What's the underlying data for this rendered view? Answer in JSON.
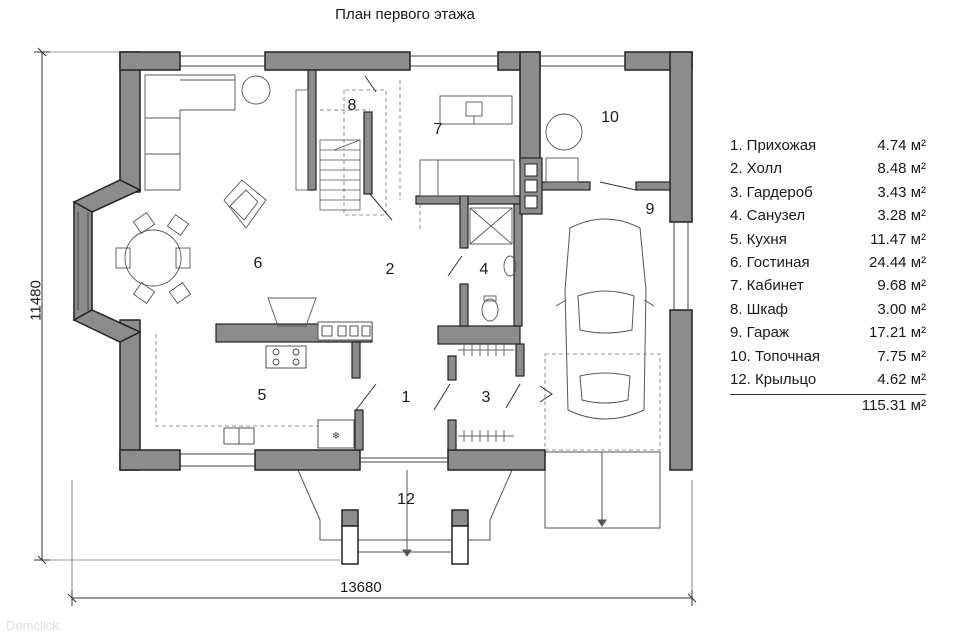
{
  "title": "План первого этажа",
  "dimensions": {
    "width": "13680",
    "height": "11480"
  },
  "rooms": [
    {
      "num": "1",
      "name": "Прихожая",
      "area": "4.74 м²"
    },
    {
      "num": "2",
      "name": "Холл",
      "area": "8.48 м²"
    },
    {
      "num": "3",
      "name": "Гардероб",
      "area": "3.43 м²"
    },
    {
      "num": "4",
      "name": "Санузел",
      "area": "3.28 м²"
    },
    {
      "num": "5",
      "name": "Кухня",
      "area": "11.47 м²"
    },
    {
      "num": "6",
      "name": "Гостиная",
      "area": "24.44 м²"
    },
    {
      "num": "7",
      "name": "Кабинет",
      "area": "9.68 м²"
    },
    {
      "num": "8",
      "name": "Шкаф",
      "area": "3.00 м²"
    },
    {
      "num": "9",
      "name": "Гараж",
      "area": "17.21 м²"
    },
    {
      "num": "10",
      "name": "Топочная",
      "area": "7.75 м²"
    },
    {
      "num": "12",
      "name": "Крыльцо",
      "area": "4.62 м²"
    }
  ],
  "legend_labels": [
    "1. Прихожая",
    "2. Холл",
    "3. Гардероб",
    "4. Санузел",
    "5. Кухня",
    "6. Гостиная",
    "7. Кабинет",
    "8. Шкаф",
    "9. Гараж",
    "10. Топочная",
    "12. Крыльцо"
  ],
  "total_area": "115.31 м²",
  "watermark": "Domclick"
}
